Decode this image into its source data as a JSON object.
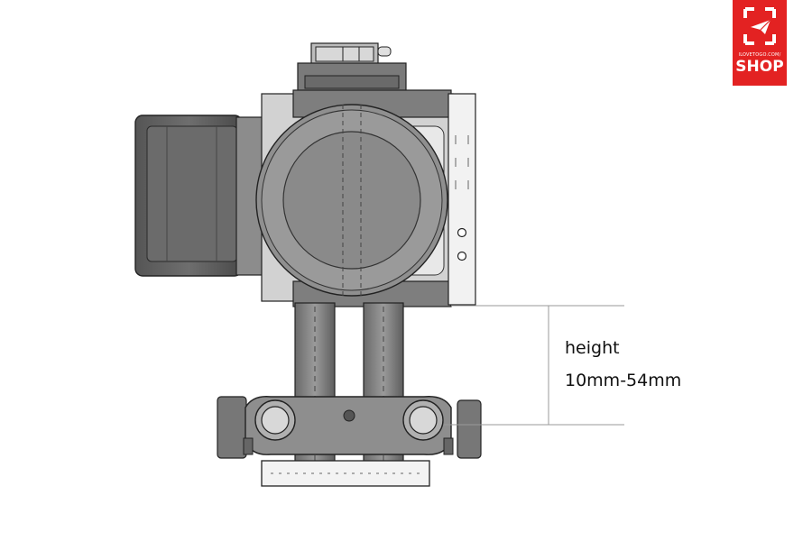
{
  "logo": {
    "url_text": "ILOVETOGO.COM/",
    "shop_text": "SHOP",
    "color": "#e32222"
  },
  "dimension": {
    "label": "height",
    "value": "10mm-54mm"
  }
}
